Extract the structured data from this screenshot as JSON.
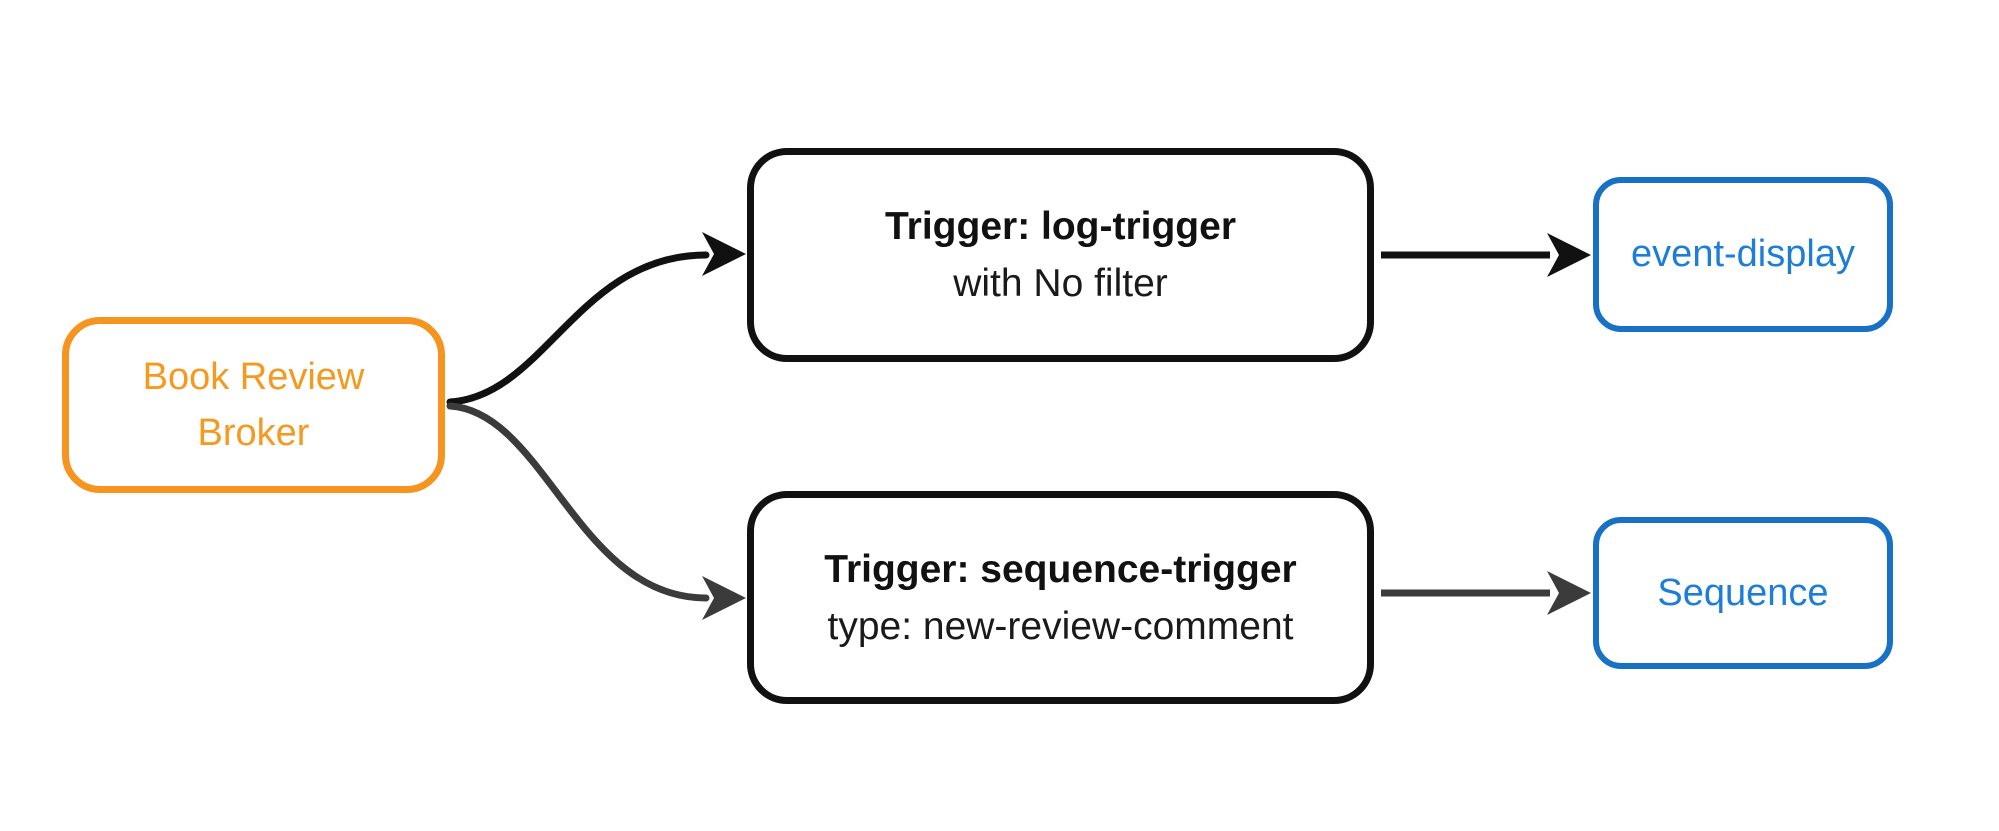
{
  "diagram": {
    "nodes": {
      "broker": {
        "label": "Book Review Broker"
      },
      "trigger_log": {
        "title": "Trigger: log-trigger",
        "subtitle": "with No filter"
      },
      "trigger_sequence": {
        "title": "Trigger: sequence-trigger",
        "subtitle": "type: new-review-comment"
      },
      "event_display": {
        "label": "event-display"
      },
      "sequence": {
        "label": "Sequence"
      }
    },
    "edges": [
      {
        "from": "Book Review Broker",
        "to": "Trigger: log-trigger"
      },
      {
        "from": "Book Review Broker",
        "to": "Trigger: sequence-trigger"
      },
      {
        "from": "Trigger: log-trigger",
        "to": "event-display"
      },
      {
        "from": "Trigger: sequence-trigger",
        "to": "Sequence"
      }
    ],
    "colors": {
      "broker_border": "#f5951f",
      "broker_text": "#f5991f",
      "trigger_border": "#111111",
      "trigger_title_text": "#111111",
      "trigger_subtitle_text": "#1a1a1a",
      "sink_border": "#1871c5",
      "sink_text": "#1c7ed6",
      "edge_black": "#111111",
      "edge_gray": "#3b3b3b",
      "background": "#ffffff"
    }
  }
}
